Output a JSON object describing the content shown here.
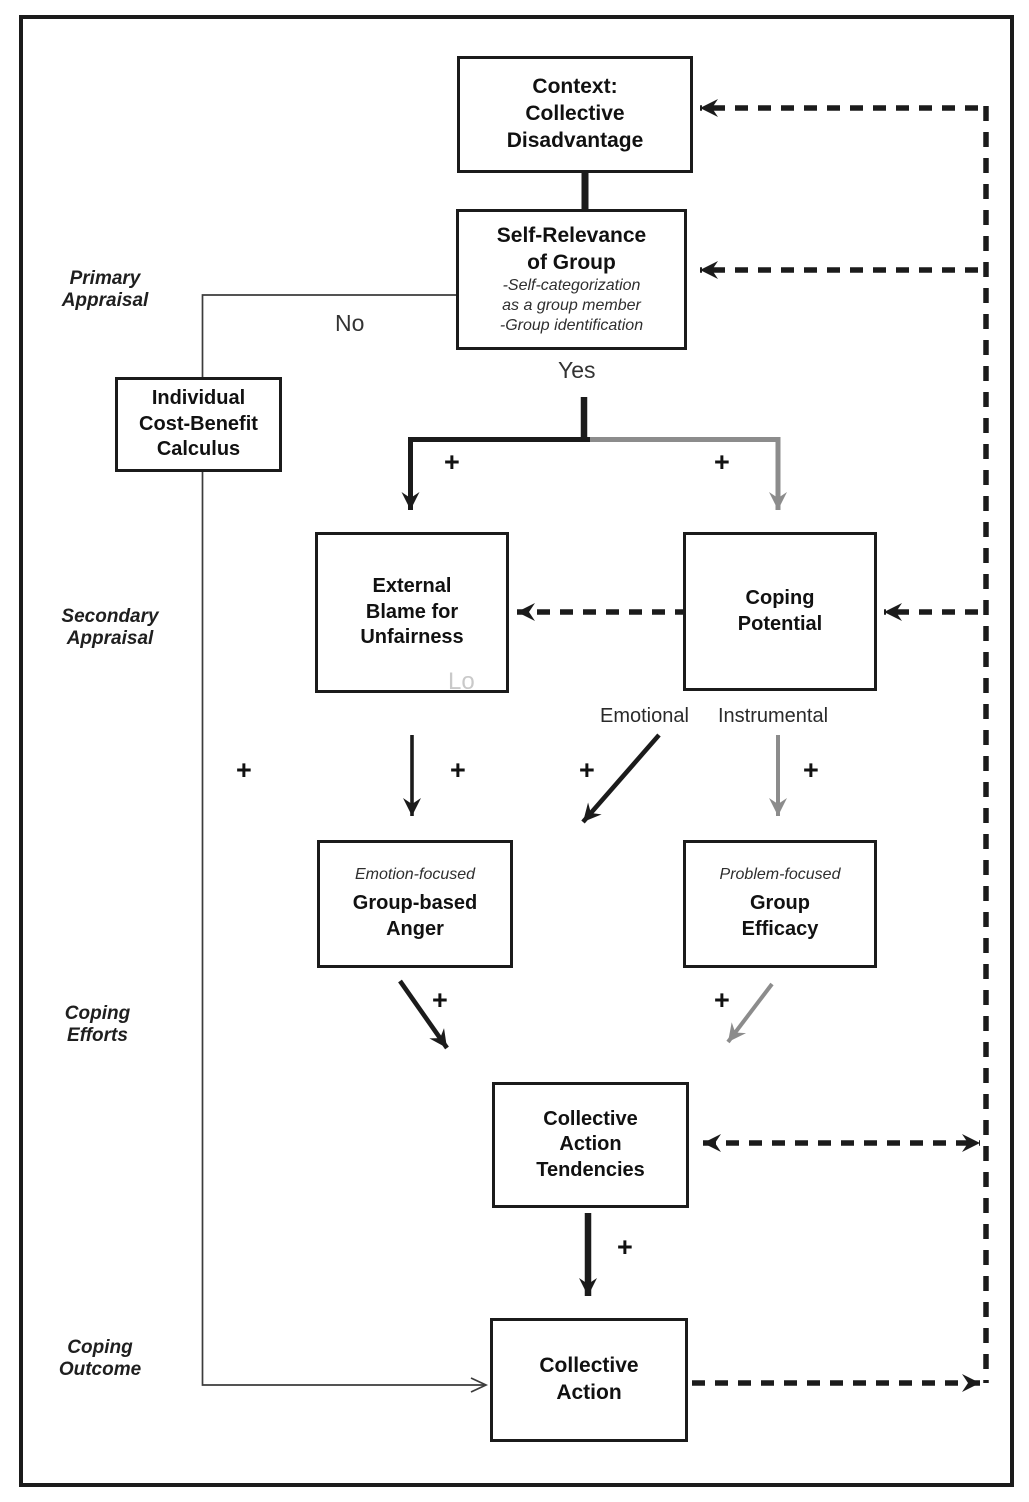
{
  "diagram": {
    "stage_labels": [
      {
        "label": "Primary\nAppraisal"
      },
      {
        "label": "Secondary\nAppraisal"
      },
      {
        "label": "Coping\nEfforts"
      },
      {
        "label": "Coping\nOutcome"
      }
    ],
    "boxes": {
      "context": {
        "title": "Context:\nCollective\nDisadvantage"
      },
      "self_relevance": {
        "title": "Self-Relevance\nof Group",
        "details": "-Self-categorization\nas a group member\n-Group identification"
      },
      "cost_benefit": {
        "title": "Individual\nCost-Benefit\nCalculus"
      },
      "external_blame": {
        "title": "External\nBlame for\nUnfairness",
        "watermark": "Lo"
      },
      "coping_potential": {
        "title": "Coping\nPotential"
      },
      "group_anger": {
        "tag": "Emotion-focused",
        "title": "Group-based\nAnger"
      },
      "group_efficacy": {
        "tag": "Problem-focused",
        "title": "Group\nEfficacy"
      },
      "action_tendencies": {
        "title": "Collective\nAction\nTendencies"
      },
      "collective_action": {
        "title": "Collective\nAction"
      }
    },
    "branch_labels": {
      "no": "No",
      "yes": "Yes",
      "emotional": "Emotional",
      "instrumental": "Instrumental"
    },
    "plus": "+",
    "colors": {
      "line_black": "#1b1b1b",
      "line_gray": "#8c8c8c",
      "thin_line": "#3c3c3c",
      "watermark_gray": "#c9c9c9"
    }
  }
}
